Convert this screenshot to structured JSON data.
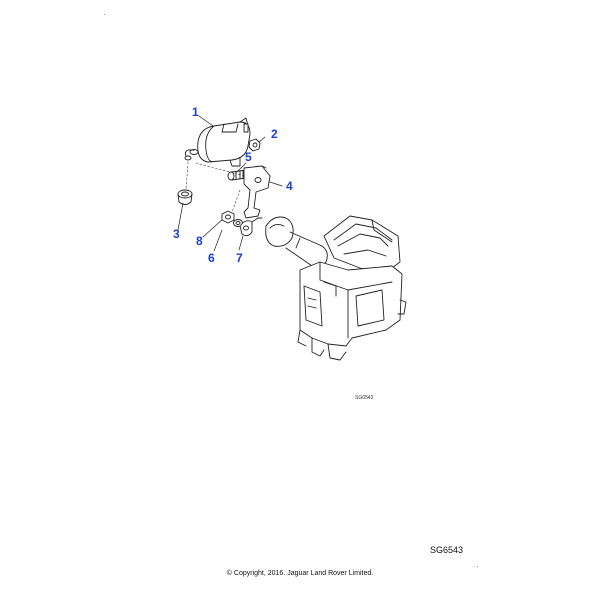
{
  "diagram": {
    "callouts": [
      "1",
      "2",
      "3",
      "4",
      "5",
      "6",
      "7",
      "8"
    ],
    "drawing_ref_small": "SG6543",
    "drawing_ref": "SG6543",
    "copyright": "© Copyright, 2016. Jaguar Land Rover Limited.",
    "callout_color": "#1a3fd6",
    "line_color": "#222222"
  }
}
